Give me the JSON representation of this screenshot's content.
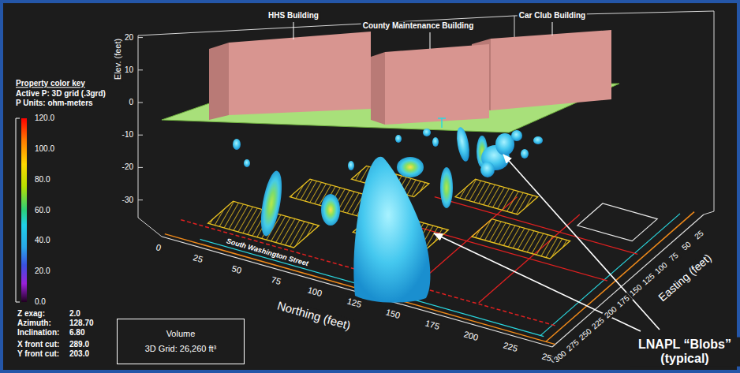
{
  "diagram": {
    "nodes": [
      {
        "text": [
          "Volume",
          "3D Grid: 26,260 ft³"
        ]
      }
    ],
    "labels": [
      "HHS Building",
      "County Maintenance Building",
      "Car Club Building",
      "Property color key",
      "Active P: 3D grid (.3grd)",
      "P Units: ohm-meters",
      "120.0",
      "100.0",
      "80.0",
      "60.0",
      "40.0",
      "20.0",
      "0.0",
      "Z exag:",
      "2.0",
      "Azimuth:",
      "128.70",
      "Inclination:",
      "6.80",
      "X front cut:",
      "289.0",
      "Y front cut:",
      "203.0",
      "Elev. (feet)",
      "20",
      "10",
      "0",
      "-10",
      "-20",
      "-30",
      "Northing (feet)",
      "0",
      "25",
      "50",
      "75",
      "100",
      "125",
      "150",
      "175",
      "200",
      "225",
      "250",
      "Easting (feet)",
      "300",
      "275",
      "250",
      "225",
      "200",
      "175",
      "150",
      "125",
      "100",
      "75",
      "50",
      "25",
      "South Washington Street",
      "LNAPL “Blobs” (typical)"
    ]
  }
}
